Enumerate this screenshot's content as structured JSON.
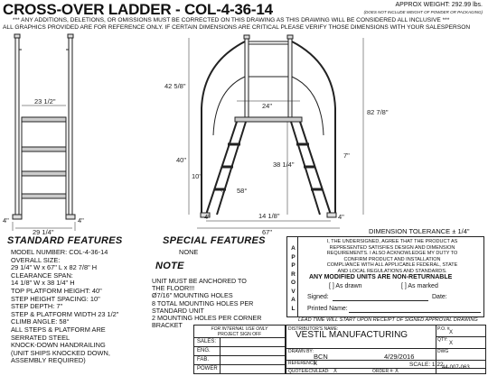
{
  "header": {
    "title": "CROSS-OVER LADDER - COL-4-36-14",
    "approx_weight": "APPROX WEIGHT: 292.99 lbs.",
    "weight_note": "(DOES NOT INCLUDE WEIGHT OF POWDER OR PACKAGING)",
    "warning_line1": "*** ANY ADDITIONS, DELETIONS, OR OMISSIONS MUST BE CORRECTED ON THIS DRAWING AS THIS DRAWING WILL BE CONSIDERED ALL INCLUSIVE ***",
    "warning_line2": "ALL GRAPHICS PROVIDED ARE FOR REFERENCE ONLY. IF CERTAIN DIMENSIONS ARE CRITICAL PLEASE VERIFY THOSE DIMENSIONS WITH YOUR SALESPERSON"
  },
  "dimensions": {
    "front_width_inner": "23 1/2\"",
    "front_width_outer": "29 1/4\"",
    "front_left_foot": "4\"",
    "front_right_foot": "4\"",
    "top_height": "42 5/8\"",
    "platform_height": "40\"",
    "step_spacing": "10\"",
    "angle": "58°",
    "platform_depth": "24\"",
    "stair_height": "38 1/4\"",
    "step_depth": "7\"",
    "overall_height": "82 7/8\"",
    "base_14": "14 1/8\"",
    "side_left_foot": "4\"",
    "side_right_foot": "4\"",
    "overall_length": "67\""
  },
  "standard_features": {
    "heading": "STANDARD FEATURES",
    "lines": [
      "MODEL NUMBER: COL-4-36-14",
      "OVERALL SIZE:",
      " 29 1/4\" W x  67\" L x  82 7/8\" H",
      "CLEARANCE SPAN:",
      "      14 1/8\" W x  38 1/4\" H",
      "TOP PLATFORM HEIGHT:  40\"",
      "STEP HEIGHT SPACING:  10\"",
      "STEP DEPTH:  7\"",
      "STEP & PLATFORM WIDTH 23 1/2\"",
      "CLIMB ANGLE:  58°",
      "ALL STEPS & PLATFORM ARE",
      "          SERRATED STEEL",
      "KNOCK-DOWN HANDRAILING",
      "(UNIT SHIPS KNOCKED DOWN,",
      "      ASSEMBLY REQUIRED)"
    ]
  },
  "special_features": {
    "heading": "SPECIAL FEATURES",
    "value": "NONE"
  },
  "note": {
    "heading": "NOTE",
    "lines": [
      "UNIT MUST BE ANCHORED TO",
      "              THE FLOOR!!!",
      "Ø7/16\" MOUNTING HOLES",
      "8 TOTAL MOUNTING HOLES PER",
      "        STANDARD UNIT",
      "2 MOUNTING HOLES PER CORNER",
      "              BRACKET"
    ]
  },
  "approval": {
    "tolerance": "DIMENSION TOLERANCE ± 1/4\"",
    "vertical_label": "APPROVAL",
    "statement": [
      "I, THE UNDERSIGNED, AGREE THAT THE PRODUCT AS",
      "REPRESENTED SATISFIES DESIGN AND DIMENSION",
      "REQUIREMENTS. I ALSO ACKNOWLEDGE MY DUTY TO",
      "CONFIRM PRODUCT AND INSTALLATION",
      "COMPLIANCE WITH ALL APPLICABLE FEDERAL, STATE",
      "AND LOCAL REGULATIONS AND STANDARDS."
    ],
    "non_returnable": "ANY MODIFIED UNITS ARE NON-RETURNABLE",
    "as_drawn": "[  ] As drawn",
    "as_marked": "[  ] As marked",
    "signed_label": "Signed:",
    "date_label": "Date:",
    "printed_name_label": "Printed Name:",
    "lead_time": "LEAD TIME WILL START UPON RECEIPT OF SIGNED APPROVAL DRAWING"
  },
  "title_block": {
    "internal_use": "FOR INTERNAL USE ONLY",
    "project_signoff": "PROJECT SIGN OFF",
    "rows": [
      "SALES:",
      "ENG.",
      "FAB.",
      "POWER"
    ],
    "distributor_label": "DISTRIBUTOR'S NAME:",
    "distributor": "VESTIL MANUFACTURING",
    "drawn_by_label": "DRAWN BY:",
    "drawn_by": "BCN",
    "date": "4/29/2016",
    "reference_label": "REFERENCE:",
    "reference": "X",
    "scale": "SCALE: 1:22",
    "quote_label": "QUOTE/ECN/LEAD:",
    "quote": "X",
    "order_label": "ORDER #:",
    "order": "X",
    "po_label": "P.O. #",
    "po": "X",
    "qty_label": "QTY:",
    "qty": "X",
    "dwg_label": "DWG",
    "dwg": "44-007-063"
  }
}
